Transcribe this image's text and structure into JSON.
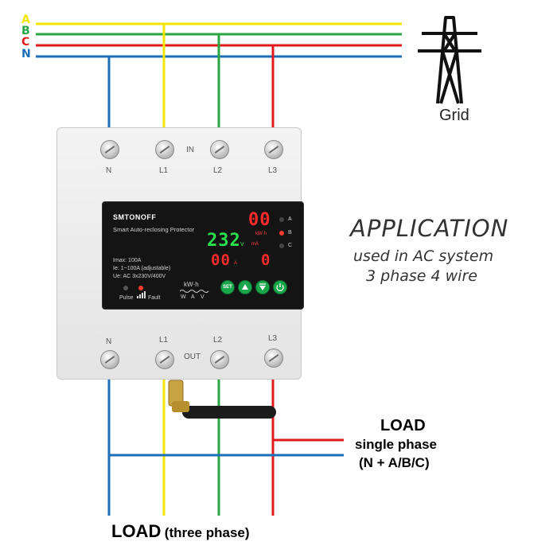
{
  "phases": [
    {
      "letter": "A",
      "color": "#f2e600"
    },
    {
      "letter": "B",
      "color": "#27a641"
    },
    {
      "letter": "C",
      "color": "#e11b1b"
    },
    {
      "letter": "N",
      "color": "#1a6fb6"
    }
  ],
  "grid": {
    "label": "Grid",
    "icon": "power-tower-icon"
  },
  "device": {
    "brand": "SMTONOFF",
    "subtitle": "Smart Auto-reclosing Protector",
    "in_label": "IN",
    "out_label": "OUT",
    "top_terminals": [
      "N",
      "L1",
      "L2",
      "L3"
    ],
    "bottom_terminals": [
      "N",
      "L1",
      "L2",
      "L3"
    ],
    "specs": [
      "Imax: 100A",
      "Ie: 1~100A (adjustable)",
      "Ue: AC 3x230V/400V"
    ],
    "display": {
      "kwh_value": "00",
      "kwh_unit": "kW·h",
      "ma_unit": "mA",
      "voltage_value": "232",
      "voltage_unit": "V",
      "current_value": "00",
      "current_unit": "A",
      "leak_value": "0",
      "phase_indicators": [
        "A",
        "B",
        "C"
      ]
    },
    "status": {
      "pulse": "Pulse",
      "fault": "Fault"
    },
    "meter_labels": {
      "top": "kW·h",
      "bottom": [
        "W",
        "A",
        "V"
      ]
    },
    "buttons": [
      "SET",
      "up",
      "down",
      "power"
    ]
  },
  "application": {
    "title": "APPLICATION",
    "line1": "used in AC system",
    "line2": "3 phase 4 wire"
  },
  "load_single": {
    "title": "LOAD",
    "line1": "single phase",
    "line2": "(N + A/B/C)"
  },
  "load_three": {
    "title": "LOAD",
    "subtitle": "(three phase)"
  }
}
